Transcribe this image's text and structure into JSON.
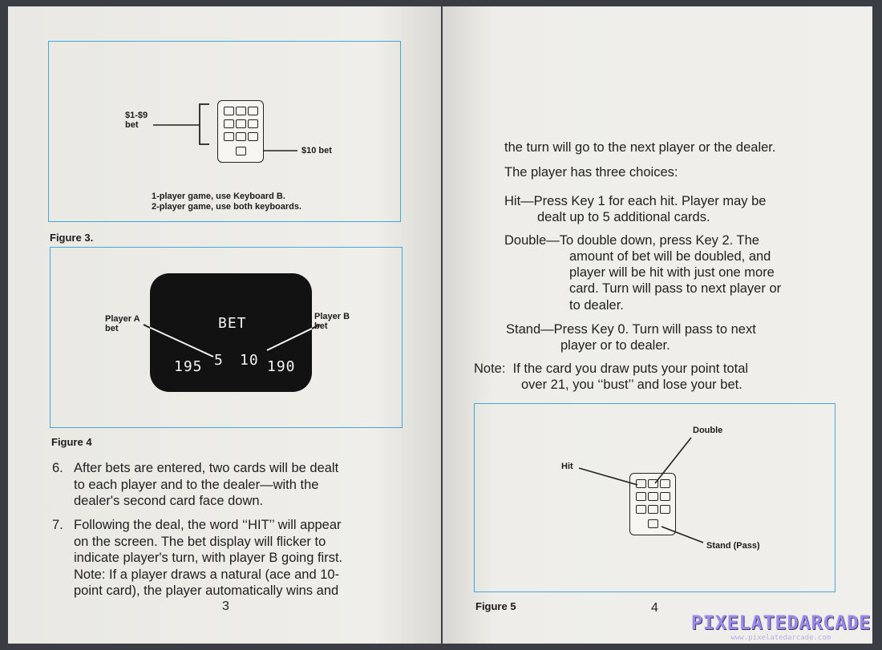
{
  "left_page": {
    "figure3": {
      "label_bet_range": "$1-$9\nbet",
      "label_ten_bet": "$10 bet",
      "note_line1": "1-player game, use Keyboard B.",
      "note_line2": "2-player game, use both keyboards.",
      "caption": "Figure 3."
    },
    "figure4": {
      "player_a_label": "Player A\nbet",
      "player_b_label": "Player B\nbet",
      "screen_title": "BET",
      "bank_a": "195",
      "bet_a": "5",
      "bet_b": "10",
      "bank_b": "190",
      "caption": "Figure 4"
    },
    "items": [
      {
        "number": "6.",
        "lines": [
          "After bets are entered, two cards will be dealt",
          "to each player and to the dealer—with the",
          "dealer's second card face down."
        ]
      },
      {
        "number": "7.",
        "lines": [
          "Following the deal, the word ‘‘HIT’’ will appear",
          "on the screen. The bet display will flicker to",
          "indicate player's turn, with player B going first.",
          "Note: If a player draws a natural (ace and 10-",
          "point card), the player automatically wins and"
        ]
      }
    ],
    "page_number": "3"
  },
  "right_page": {
    "line_continue": "the turn will go to the next player or the dealer.",
    "line_choices": "The player has three choices:",
    "hit_line1": "Hit—Press Key 1 for each hit. Player may be",
    "hit_line2": "dealt up to 5 additional cards.",
    "double_line1": "Double—To double down, press Key 2. The",
    "double_line2": "amount of bet will be doubled, and",
    "double_line3": "player will be hit with just one more",
    "double_line4": "card. Turn will pass to next player or",
    "double_line5": "to dealer.",
    "stand_line1": "Stand—Press Key 0. Turn will pass to next",
    "stand_line2": "player or to dealer.",
    "note_line1": "Note:  If the card you draw puts your point total",
    "note_line2": "over 21, you ‘‘bust’’ and lose your bet.",
    "figure5": {
      "label_double": "Double",
      "label_hit": "Hit",
      "label_stand": "Stand (Pass)",
      "caption": "Figure 5"
    },
    "page_number": "4"
  },
  "watermark": {
    "title": "PIXELATEDARCADE",
    "url": "www.pixelatedarcade.com"
  },
  "colors": {
    "figure_border": "#3fa9dd",
    "paper": "#ecebe6",
    "screen": "#121212"
  }
}
